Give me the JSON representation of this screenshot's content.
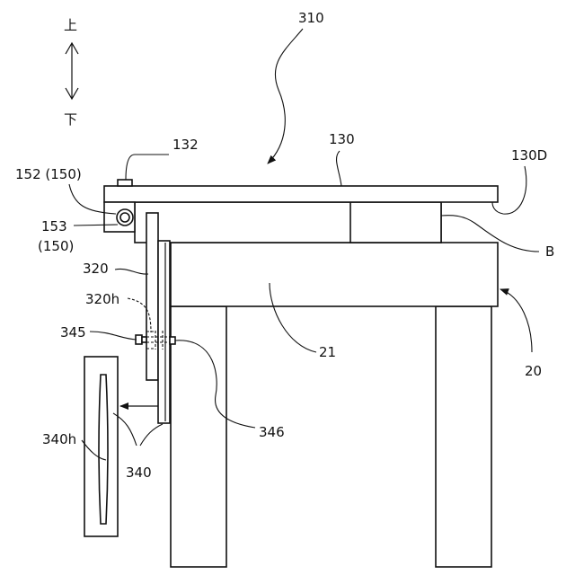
{
  "direction": {
    "up": "上",
    "down": "下"
  },
  "labels": {
    "assembly": "310",
    "top_plate": "130",
    "top_plate_end": "130D",
    "bolt": "132",
    "fastener_upper": "152 (150)",
    "fastener_lower_number": "153",
    "fastener_lower_group": "(150)",
    "bracket": "320",
    "bracket_hole": "320h",
    "screw": "345",
    "nut": "346",
    "frame_body": "21",
    "block": "B",
    "desk": "20",
    "panel_hole": "340h",
    "panel": "340"
  }
}
